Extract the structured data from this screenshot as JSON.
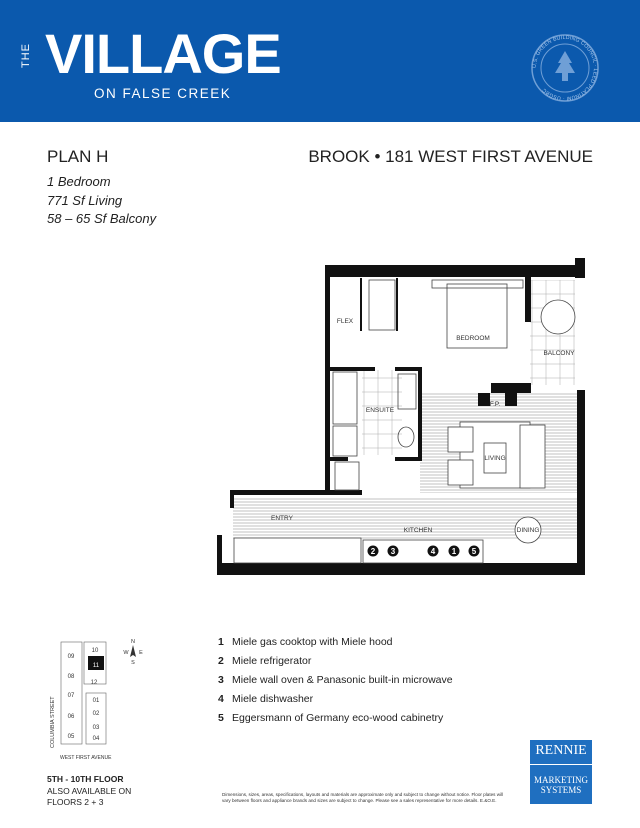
{
  "header": {
    "the": "THE",
    "title": "VILLAGE",
    "subtitle": "ON FALSE CREEK",
    "badge": "U.S. GREEN BUILDING COUNCIL · LEED PLATINUM · USGBC",
    "brand_color": "#0b59ad"
  },
  "plan": {
    "name": "PLAN H",
    "address": "BROOK • 181 WEST FIRST AVENUE",
    "specs": [
      "1 Bedroom",
      "771 Sf Living",
      "58 – 65 Sf Balcony"
    ]
  },
  "rooms": {
    "flex": "FLEX",
    "bedroom": "BEDROOM",
    "balcony": "BALCONY",
    "ensuite": "ENSUITE",
    "fp": "F.P.",
    "living": "LIVING",
    "entry": "ENTRY",
    "kitchen": "KITCHEN",
    "dining": "DINING"
  },
  "appliance_markers": [
    "2",
    "3",
    "4",
    "1",
    "5"
  ],
  "legend": [
    {
      "n": "1",
      "text": "Miele gas cooktop with Miele hood"
    },
    {
      "n": "2",
      "text": "Miele refrigerator"
    },
    {
      "n": "3",
      "text": "Miele wall oven & Panasonic built-in microwave"
    },
    {
      "n": "4",
      "text": "Miele dishwasher"
    },
    {
      "n": "5",
      "text": "Eggersmann of Germany eco-wood cabinetry"
    }
  ],
  "keyplan": {
    "units": [
      "10",
      "11",
      "12",
      "09",
      "08",
      "07",
      "06",
      "05",
      "01",
      "02",
      "03",
      "04"
    ],
    "street_side": "COLUMBIA STREET",
    "street_bottom": "WEST FIRST AVENUE",
    "compass": {
      "n": "N",
      "s": "S",
      "e": "E",
      "w": "W"
    },
    "floors": "5TH - 10TH FLOOR",
    "also": [
      "ALSO AVAILABLE ON",
      "FLOORS 2 + 3"
    ]
  },
  "disclaimer": "Dimensions, sizes, areas, specifications, layouts and materials are approximate only and subject to change without notice. Floor plates will vary between floors and appliance brands and sizes are subject to change. Please see a sales representative for more details. E.&O.E.",
  "rennie": {
    "top": "RENNIE",
    "bottom1": "MARKETING",
    "bottom2": "SYSTEMS"
  }
}
